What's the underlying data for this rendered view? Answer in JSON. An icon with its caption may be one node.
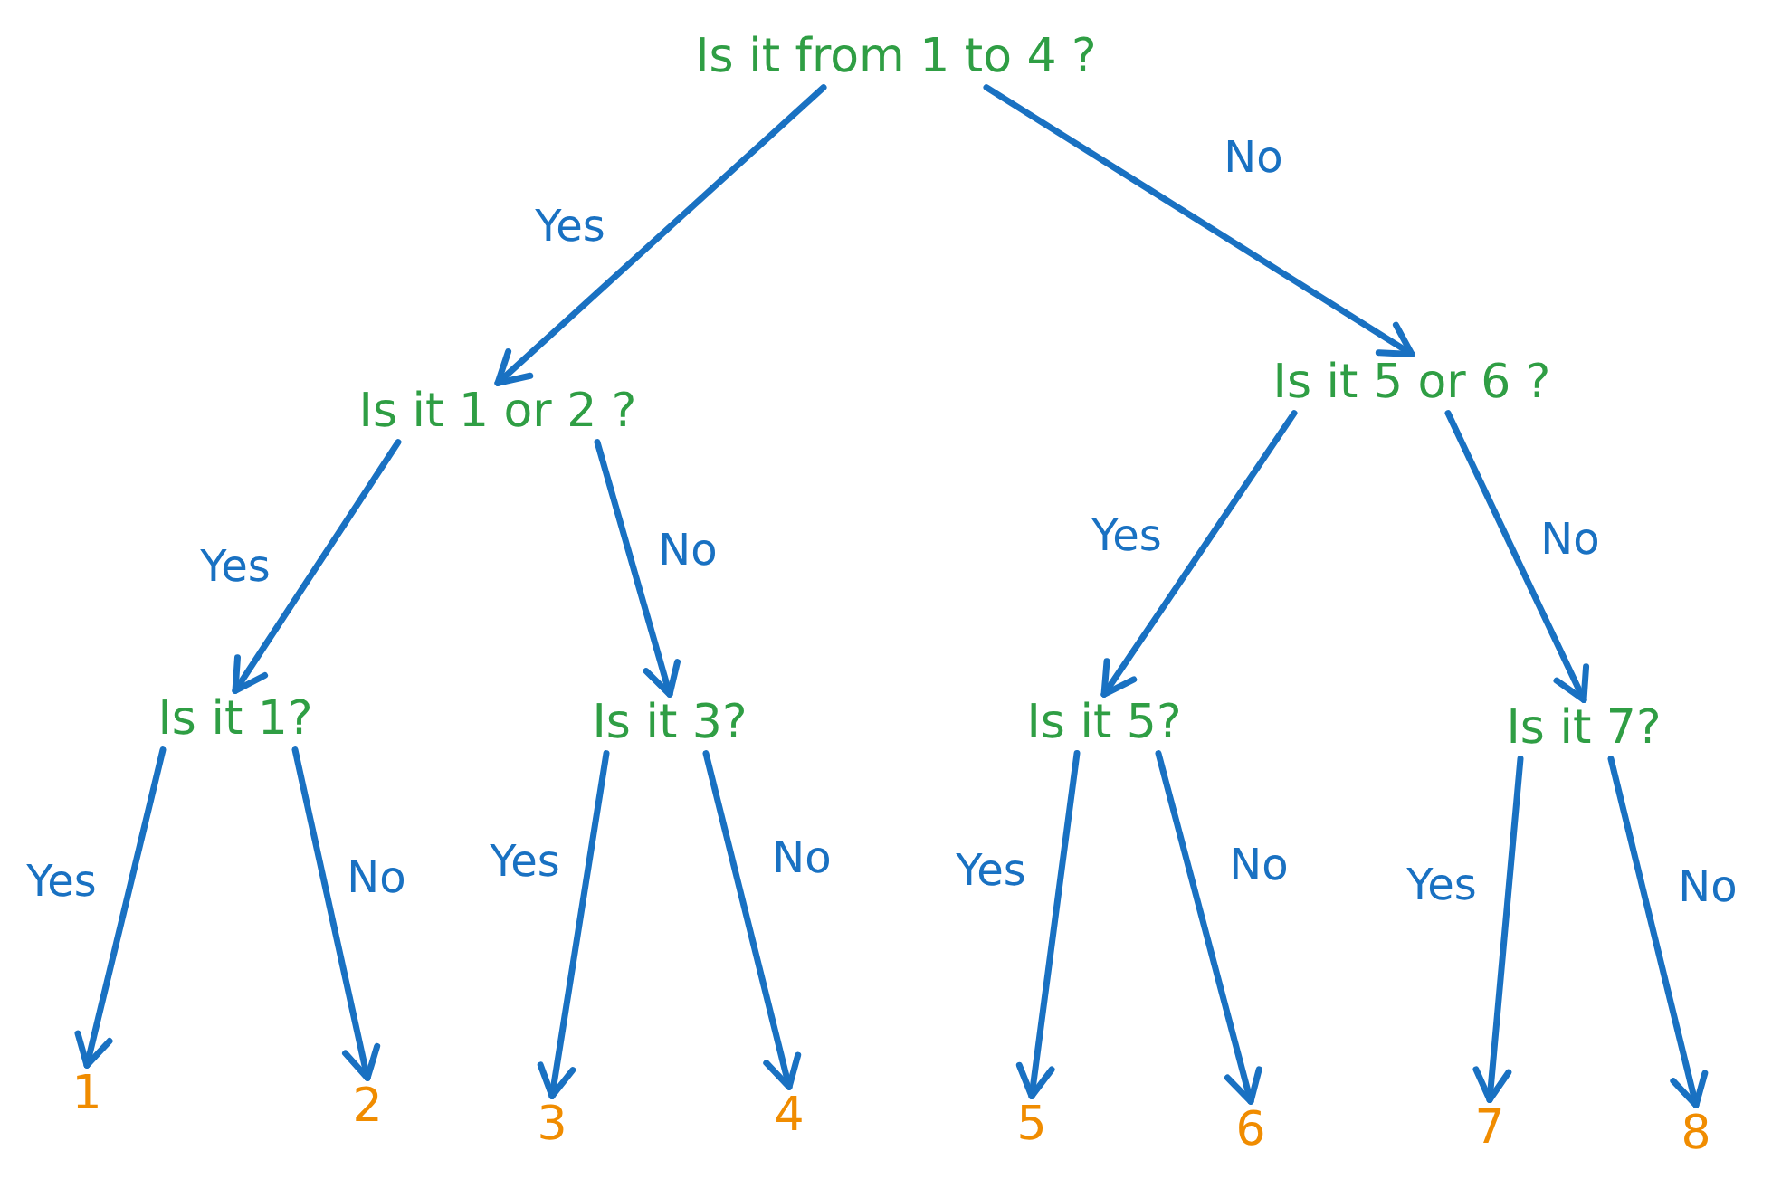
{
  "diagram": {
    "nodes": [
      {
        "text": [
          "Is it from 1 to 4 ?"
        ]
      },
      {
        "text": [
          "Is it 1 or 2 ?"
        ]
      },
      {
        "text": [
          "Is it 5 or 6 ?"
        ]
      },
      {
        "text": [
          "Is it 1?"
        ]
      },
      {
        "text": [
          "Is it 3?"
        ]
      },
      {
        "text": [
          "Is it 5?"
        ]
      },
      {
        "text": [
          "Is it 7?"
        ]
      },
      {
        "text": [
          "1"
        ]
      },
      {
        "text": [
          "2"
        ]
      },
      {
        "text": [
          "3"
        ]
      },
      {
        "text": [
          "4"
        ]
      },
      {
        "text": [
          "5"
        ]
      },
      {
        "text": [
          "6"
        ]
      },
      {
        "text": [
          "7"
        ]
      },
      {
        "text": [
          "8"
        ]
      }
    ],
    "edges": [
      {
        "from": 0,
        "to": 1,
        "arrow": "to",
        "label": "Yes"
      },
      {
        "from": 0,
        "to": 2,
        "arrow": "to",
        "label": "No"
      },
      {
        "from": 1,
        "to": 3,
        "arrow": "to",
        "label": "Yes"
      },
      {
        "from": 1,
        "to": 4,
        "arrow": "to",
        "label": "No"
      },
      {
        "from": 2,
        "to": 5,
        "arrow": "to",
        "label": "Yes"
      },
      {
        "from": 2,
        "to": 6,
        "arrow": "to",
        "label": "No"
      },
      {
        "from": 3,
        "to": 7,
        "arrow": "to",
        "label": "Yes"
      },
      {
        "from": 3,
        "to": 8,
        "arrow": "to",
        "label": "No"
      },
      {
        "from": 4,
        "to": 9,
        "arrow": "to",
        "label": "Yes"
      },
      {
        "from": 4,
        "to": 10,
        "arrow": "to",
        "label": "No"
      },
      {
        "from": 5,
        "to": 11,
        "arrow": "to",
        "label": "Yes"
      },
      {
        "from": 5,
        "to": 12,
        "arrow": "to",
        "label": "No"
      },
      {
        "from": 6,
        "to": 13,
        "arrow": "to",
        "label": "Yes"
      },
      {
        "from": 6,
        "to": 14,
        "arrow": "to",
        "label": "No"
      }
    ]
  }
}
